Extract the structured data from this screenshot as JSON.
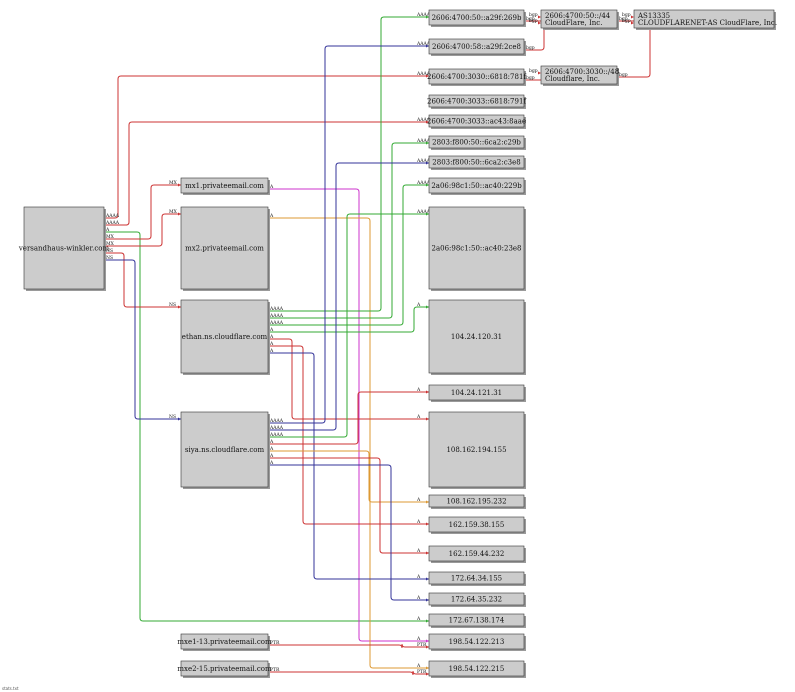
{
  "colors": {
    "node_fill": "#cccccc",
    "node_stroke": "#333333",
    "node_shadow": "#9a9a9a",
    "red": "#cc3333",
    "green": "#33aa33",
    "navy": "#333399",
    "magenta": "#cc33cc",
    "orange": "#dd9933"
  },
  "nodes": [
    {
      "id": "root",
      "label": "versandhaus-winkler.com"
    },
    {
      "id": "mx1",
      "label": "mx1.privateemail.com"
    },
    {
      "id": "mx2",
      "label": "mx2.privateemail.com"
    },
    {
      "id": "ethan",
      "label": "ethan.ns.cloudflare.com"
    },
    {
      "id": "siya",
      "label": "siya.ns.cloudflare.com"
    },
    {
      "id": "mxe1",
      "label": "mxe1-13.privateemail.com"
    },
    {
      "id": "mxe2",
      "label": "mxe2-15.privateemail.com"
    },
    {
      "id": "v6a",
      "label": "2606:4700:50::a29f:269b"
    },
    {
      "id": "v6b",
      "label": "2606:4700:58::a29f:2ce8"
    },
    {
      "id": "v6c",
      "label": "2606:4700:3030::6818:781f"
    },
    {
      "id": "v6d",
      "label": "2606:4700:3033::6818:791f"
    },
    {
      "id": "v6e",
      "label": "2606:4700:3033::ac43:8aae"
    },
    {
      "id": "v6f",
      "label": "2803:f800:50::6ca2:c29b"
    },
    {
      "id": "v6g",
      "label": "2803:f800:50::6ca2:c3e8"
    },
    {
      "id": "v6h",
      "label": "2a06:98c1:50::ac40:229b"
    },
    {
      "id": "v6i",
      "label": "2a06:98c1:50::ac40:23e8"
    },
    {
      "id": "v4a",
      "label": "104.24.120.31"
    },
    {
      "id": "v4b",
      "label": "104.24.121.31"
    },
    {
      "id": "v4c",
      "label": "108.162.194.155"
    },
    {
      "id": "v4d",
      "label": "108.162.195.232"
    },
    {
      "id": "v4e",
      "label": "162.159.38.155"
    },
    {
      "id": "v4f",
      "label": "162.159.44.232"
    },
    {
      "id": "v4g",
      "label": "172.64.34.155"
    },
    {
      "id": "v4h",
      "label": "172.64.35.232"
    },
    {
      "id": "v4i",
      "label": "172.67.138.174"
    },
    {
      "id": "v4j",
      "label": "198.54.122.213"
    },
    {
      "id": "v4k",
      "label": "198.54.122.215"
    },
    {
      "id": "pfx1",
      "label": "2606:4700:50::/44",
      "label2": "CloudFlare, Inc."
    },
    {
      "id": "pfx2",
      "label": "2606:4700:3030::/48",
      "label2": "Cloudflare, Inc."
    },
    {
      "id": "as",
      "label": "AS13335",
      "label2": "CLOUDFLARENET-AS CloudFlare, Inc."
    }
  ],
  "edges": [
    {
      "from": "root",
      "to": "v6c",
      "label": "AAAA",
      "color": "red"
    },
    {
      "from": "root",
      "to": "v6e",
      "label": "AAAA",
      "color": "red"
    },
    {
      "from": "root",
      "to": "v4i",
      "label": "A",
      "color": "green"
    },
    {
      "from": "root",
      "to": "mx1",
      "label": "MX",
      "color": "red"
    },
    {
      "from": "root",
      "to": "mx2",
      "label": "MX",
      "color": "red"
    },
    {
      "from": "root",
      "to": "ethan",
      "label": "NS",
      "color": "red"
    },
    {
      "from": "root",
      "to": "siya",
      "label": "NS",
      "color": "navy"
    },
    {
      "from": "mx1",
      "to": "v4j",
      "label": "A",
      "color": "magenta"
    },
    {
      "from": "mx2",
      "to": "v4k",
      "label": "A",
      "color": "orange"
    },
    {
      "from": "ethan",
      "to": "v6a",
      "label": "AAAA",
      "color": "green"
    },
    {
      "from": "ethan",
      "to": "v6f",
      "label": "AAAA",
      "color": "green"
    },
    {
      "from": "ethan",
      "to": "v6h",
      "label": "AAAA",
      "color": "green"
    },
    {
      "from": "ethan",
      "to": "v4a",
      "label": "A",
      "color": "green"
    },
    {
      "from": "ethan",
      "to": "v4c",
      "label": "A",
      "color": "red"
    },
    {
      "from": "ethan",
      "to": "v4e",
      "label": "A",
      "color": "red"
    },
    {
      "from": "ethan",
      "to": "v4g",
      "label": "A",
      "color": "navy"
    },
    {
      "from": "siya",
      "to": "v6b",
      "label": "AAAA",
      "color": "navy"
    },
    {
      "from": "siya",
      "to": "v6g",
      "label": "AAAA",
      "color": "navy"
    },
    {
      "from": "siya",
      "to": "v6i",
      "label": "AAAA",
      "color": "green"
    },
    {
      "from": "siya",
      "to": "v4b",
      "label": "A",
      "color": "red"
    },
    {
      "from": "siya",
      "to": "v4d",
      "label": "A",
      "color": "orange"
    },
    {
      "from": "siya",
      "to": "v4f",
      "label": "A",
      "color": "red"
    },
    {
      "from": "siya",
      "to": "v4h",
      "label": "A",
      "color": "navy"
    },
    {
      "from": "mxe1",
      "to": "v4j",
      "label": "PTR",
      "color": "red"
    },
    {
      "from": "mxe2",
      "to": "v4k",
      "label": "PTR",
      "color": "red"
    },
    {
      "from": "v6a",
      "to": "pfx1",
      "label": "bgp",
      "color": "red"
    },
    {
      "from": "v6b",
      "to": "pfx1",
      "label": "bgp",
      "color": "red"
    },
    {
      "from": "v6c",
      "to": "pfx2",
      "label": "bgp",
      "color": "red"
    },
    {
      "from": "pfx1",
      "to": "as",
      "label": "bgp",
      "color": "red"
    },
    {
      "from": "pfx2",
      "to": "as",
      "label": "bgp",
      "color": "red"
    }
  ],
  "footer": "stats.txt"
}
